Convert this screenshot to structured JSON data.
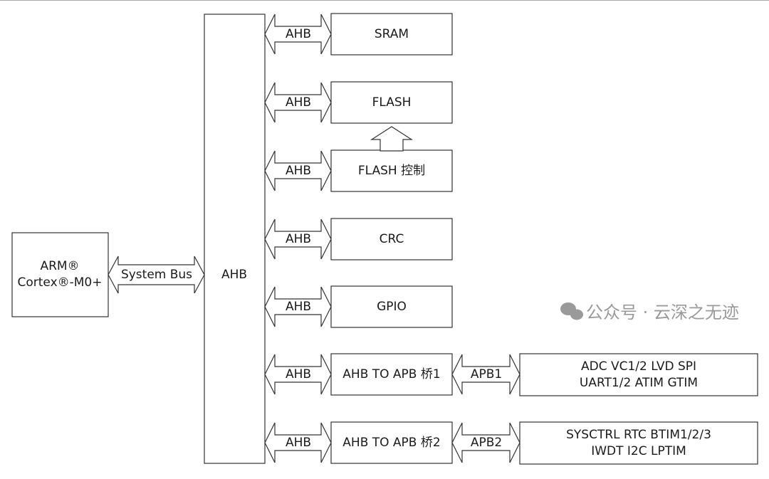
{
  "cpu": {
    "line1": "ARM®",
    "line2": "Cortex®-M0+"
  },
  "system_bus": "System Bus",
  "ahb_bus": "AHB",
  "peripherals": [
    {
      "arrow": "AHB",
      "label": "SRAM"
    },
    {
      "arrow": "AHB",
      "label": "FLASH"
    },
    {
      "arrow": "AHB",
      "label": "FLASH 控制"
    },
    {
      "arrow": "AHB",
      "label": "CRC"
    },
    {
      "arrow": "AHB",
      "label": "GPIO"
    },
    {
      "arrow": "AHB",
      "label": "AHB TO APB 桥1"
    },
    {
      "arrow": "AHB",
      "label": "AHB TO APB 桥2"
    }
  ],
  "apb": [
    {
      "arrow": "APB1",
      "line1": "ADC VC1/2 LVD SPI",
      "line2": "UART1/2 ATIM GTIM"
    },
    {
      "arrow": "APB2",
      "line1": "SYSCTRL RTC BTIM1/2/3",
      "line2": "IWDT I2C LPTIM"
    }
  ],
  "watermark": "公众号 · 云深之无迹",
  "colors": {
    "stroke": "#333333",
    "text": "#1a1a1a",
    "watermark": "#9a9a9a"
  }
}
